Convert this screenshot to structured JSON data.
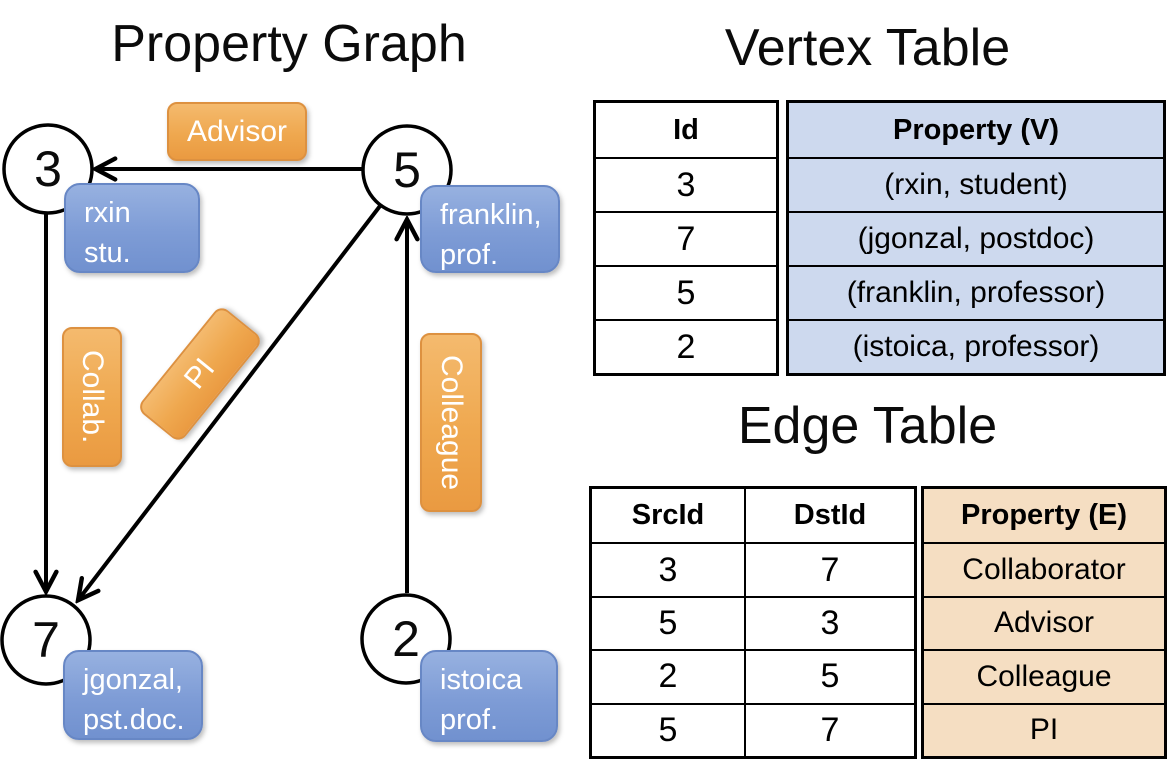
{
  "left": {
    "title": "Property Graph",
    "nodes": {
      "n3": "3",
      "n5": "5",
      "n7": "7",
      "n2": "2"
    },
    "vertex_props": {
      "v3": {
        "line1": "rxin",
        "line2": "stu."
      },
      "v5": {
        "line1": "franklin,",
        "line2": "prof."
      },
      "v7": {
        "line1": "jgonzal,",
        "line2": "pst.doc."
      },
      "v2": {
        "line1": "istoica",
        "line2": "prof."
      }
    },
    "edge_labels": {
      "advisor": "Advisor",
      "collab": "Collab.",
      "pi": "PI",
      "colleague": "Colleague"
    }
  },
  "vertex_table": {
    "title": "Vertex Table",
    "headers": {
      "id": "Id",
      "property": "Property (V)"
    },
    "rows": [
      {
        "id": "3",
        "property": "(rxin, student)"
      },
      {
        "id": "7",
        "property": "(jgonzal, postdoc)"
      },
      {
        "id": "5",
        "property": "(franklin, professor)"
      },
      {
        "id": "2",
        "property": "(istoica, professor)"
      }
    ]
  },
  "edge_table": {
    "title": "Edge Table",
    "headers": {
      "src": "SrcId",
      "dst": "DstId",
      "property": "Property (E)"
    },
    "rows": [
      {
        "src": "3",
        "dst": "7",
        "property": "Collaborator"
      },
      {
        "src": "5",
        "dst": "3",
        "property": "Advisor"
      },
      {
        "src": "2",
        "dst": "5",
        "property": "Colleague"
      },
      {
        "src": "5",
        "dst": "7",
        "property": "PI"
      }
    ]
  },
  "colors": {
    "vertex_cell_blue": "#cdd9ee",
    "edge_cell_tan": "#f5dec2",
    "node_box_blue": "#7e9cd6",
    "edge_box_orange": "#efa84f"
  }
}
